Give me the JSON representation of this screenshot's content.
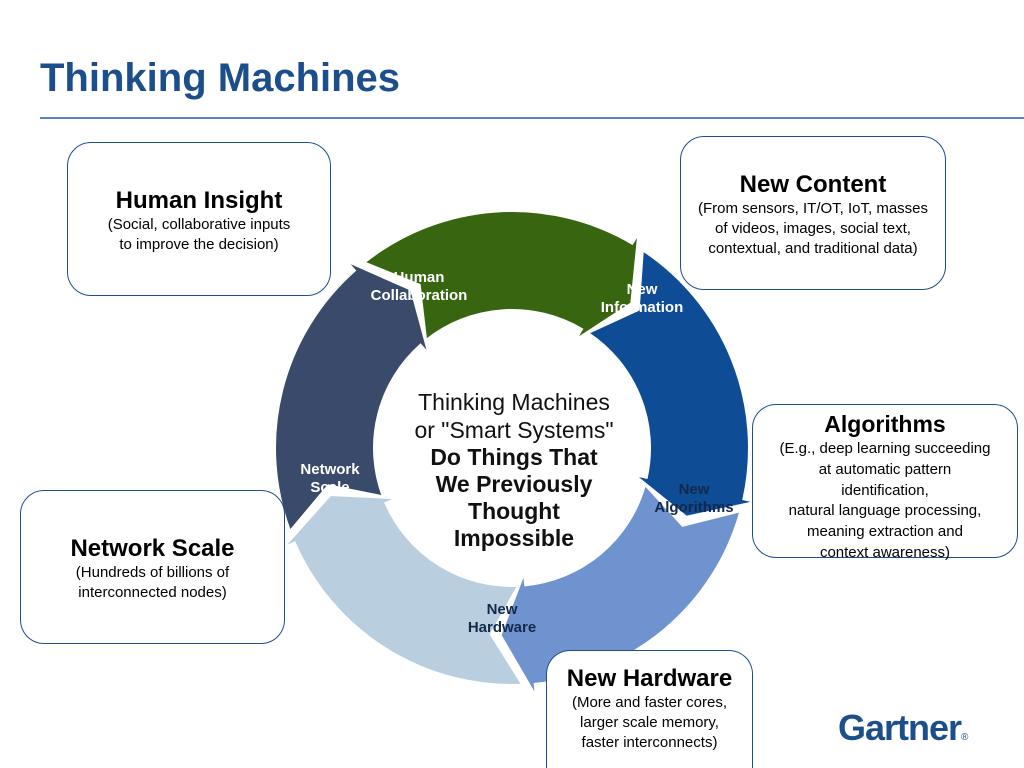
{
  "title": "Thinking Machines",
  "center": {
    "line1": "Thinking Machines\nor \"Smart Systems\"",
    "line2": "Do Things That\nWe Previously\nThought\nImpossible"
  },
  "cycle": {
    "segments": [
      {
        "label": "Human\nCollaboration",
        "color": "#38650f",
        "text_color": "#ffffff"
      },
      {
        "label": "New\nInformation",
        "color": "#0e4c95",
        "text_color": "#ffffff"
      },
      {
        "label": "New\nAlgorithms",
        "color": "#6f93cf",
        "text_color": "#13294b"
      },
      {
        "label": "New\nHardware",
        "color": "#b9cfe0",
        "text_color": "#13294b"
      },
      {
        "label": "Network\nScale",
        "color": "#3a4a6b",
        "text_color": "#ffffff"
      }
    ]
  },
  "boxes": {
    "human": {
      "heading": "Human Insight",
      "body": "(Social, collaborative inputs\nto improve the decision)"
    },
    "content": {
      "heading": "New Content",
      "body": "(From sensors, IT/OT, IoT, masses\nof videos, images, social text,\ncontextual, and traditional data)"
    },
    "algo": {
      "heading": "Algorithms",
      "body": "(E.g., deep learning succeeding\nat automatic pattern\nidentification,\nnatural language processing,\nmeaning extraction and\ncontext awareness)"
    },
    "network": {
      "heading": "Network Scale",
      "body": "(Hundreds of billions of\ninterconnected nodes)"
    },
    "hardware": {
      "heading": "New Hardware",
      "body": "(More and faster cores,\nlarger scale memory,\nfaster interconnects)"
    }
  },
  "logo": {
    "text": "Gartner",
    "mark": "®"
  },
  "colors": {
    "title": "#1c4e8c",
    "box_border": "#1f4e8c"
  }
}
